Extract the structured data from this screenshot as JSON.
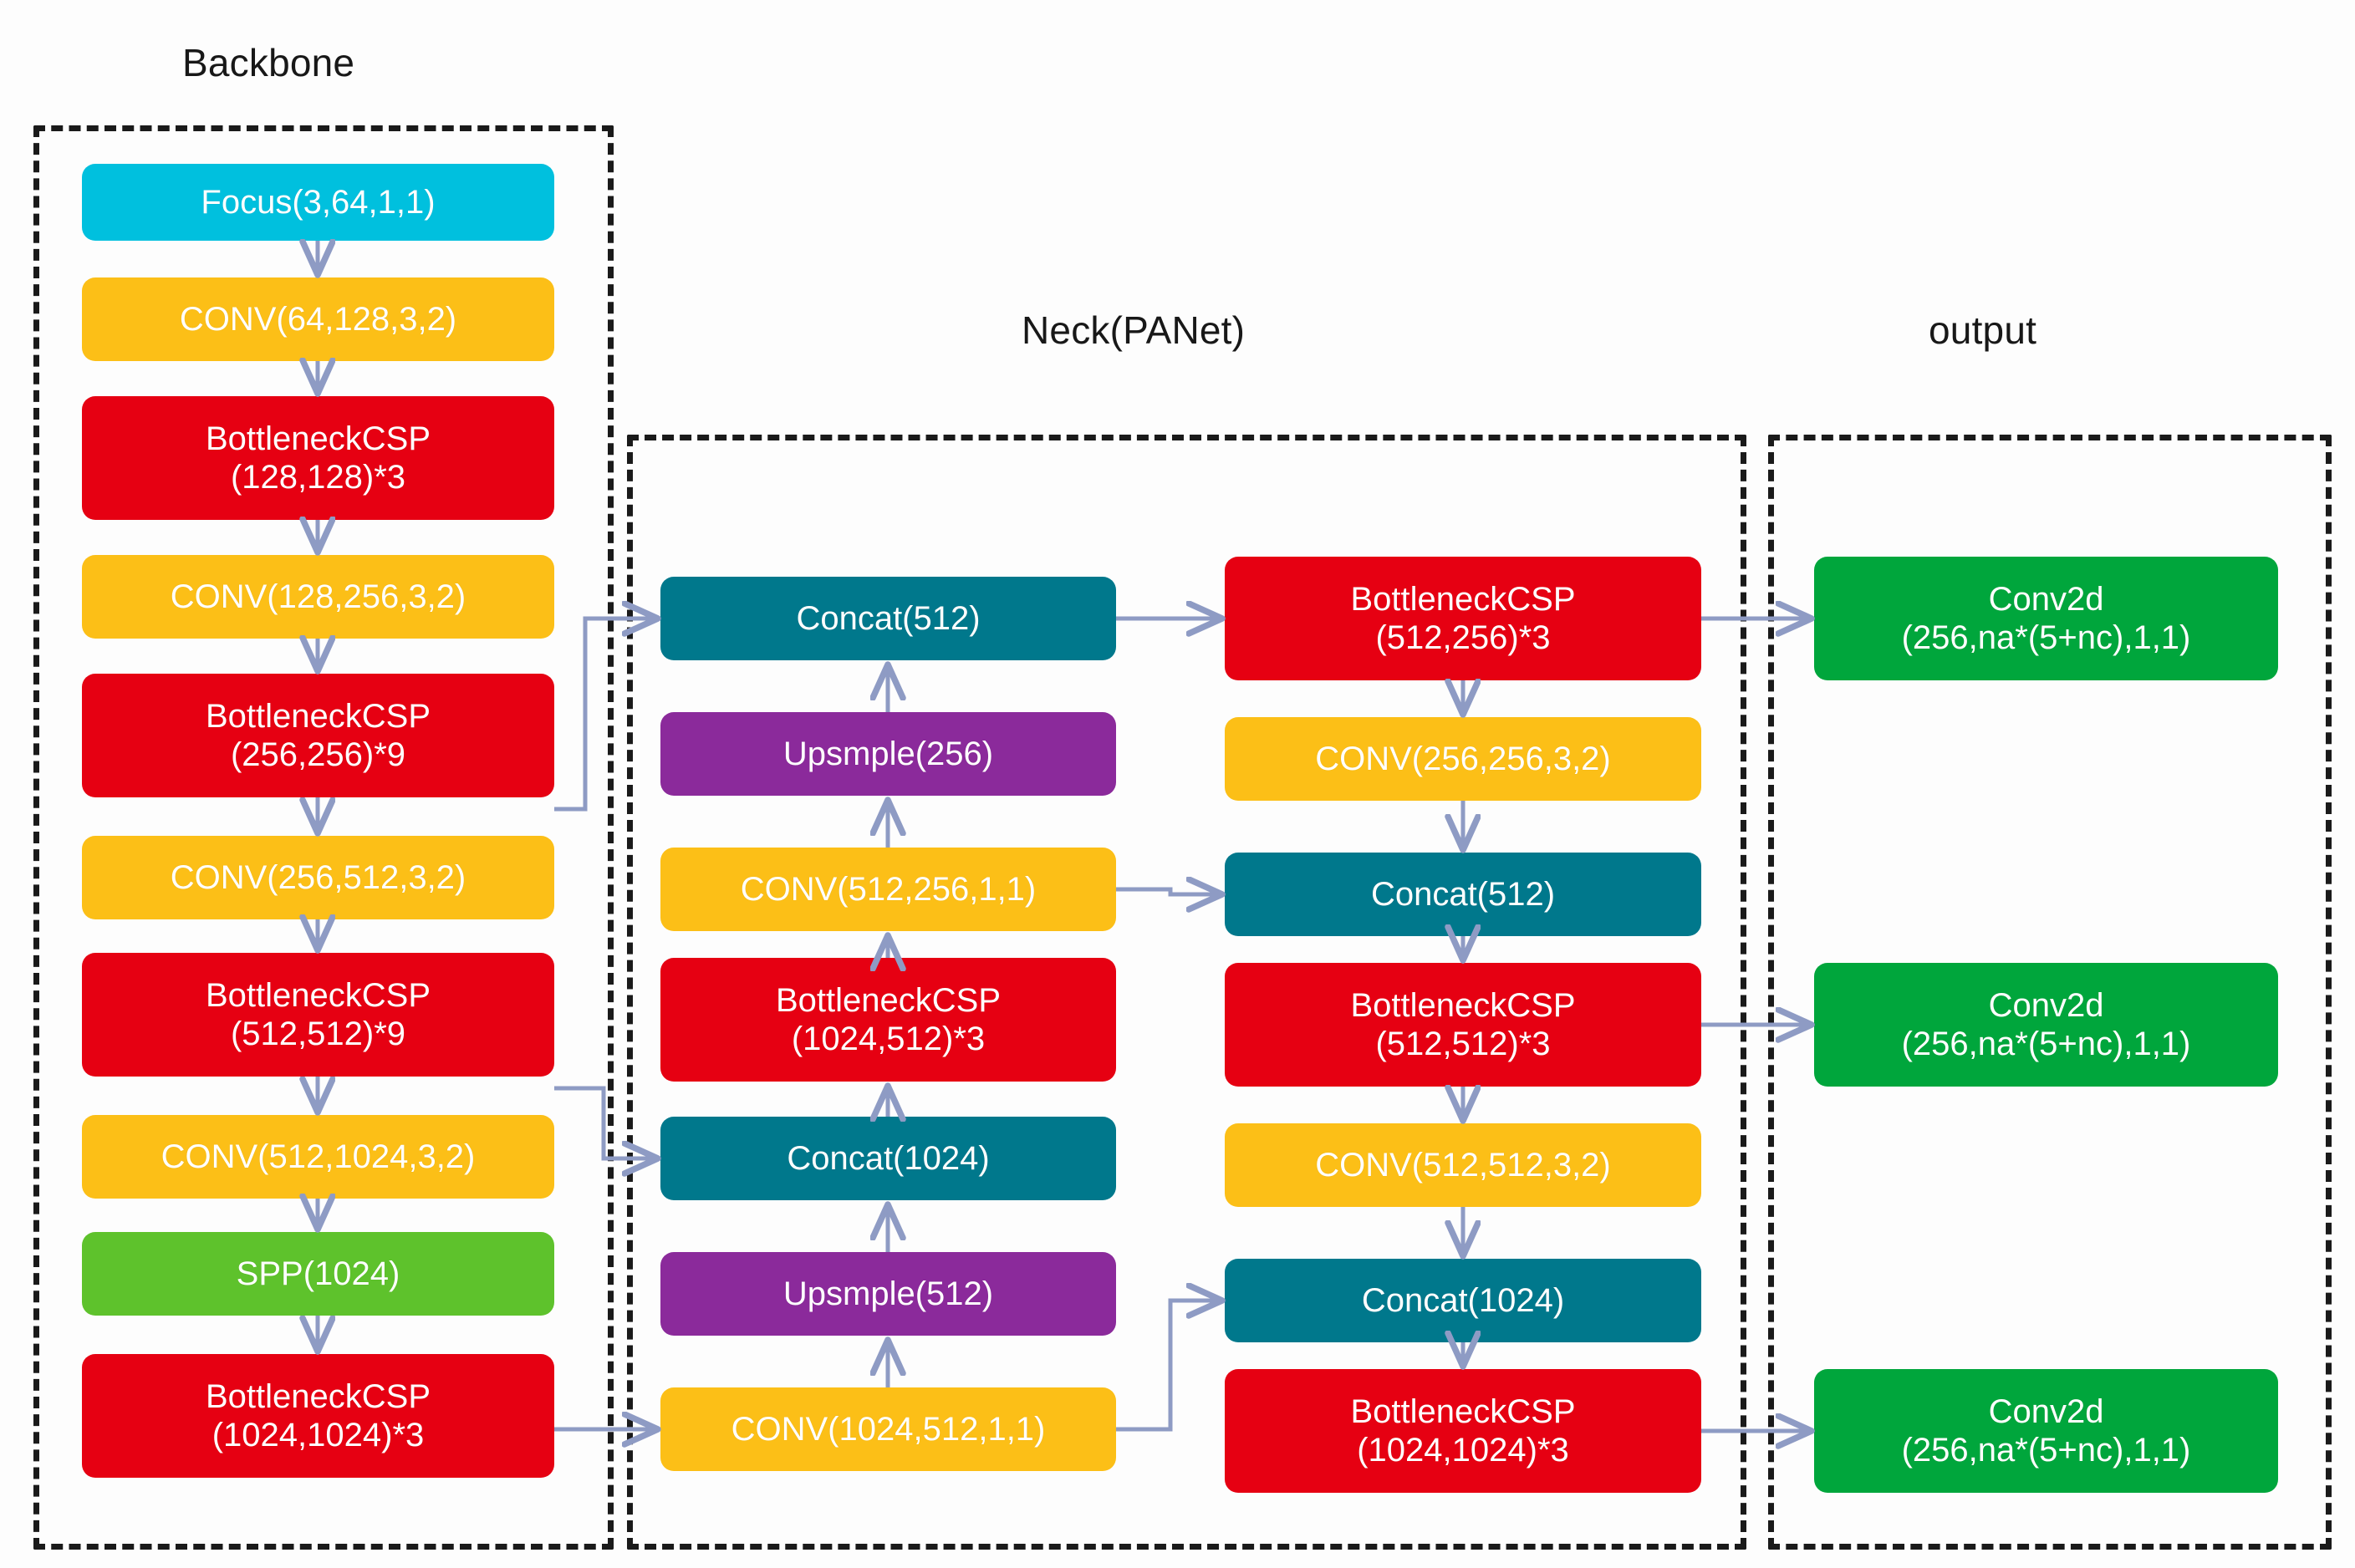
{
  "diagram": {
    "title_backbone": "Backbone",
    "title_neck": "Neck(PANet)",
    "title_output": "output",
    "colors": {
      "focus": "#00c0de",
      "conv": "#fcbf17",
      "bottleneck_csp": "#e60012",
      "spp": "#5ec22c",
      "concat": "#00788c",
      "upsample": "#8b2a9b",
      "output_conv2d": "#00a63c",
      "arrow": "#8e9bc4",
      "frame": "#1a1a1a",
      "background": "#fdfdfd"
    }
  },
  "backbone": {
    "nodes": [
      {
        "id": "bb-focus",
        "type": "Focus",
        "line1": "Focus(3,64,1,1)",
        "line2": ""
      },
      {
        "id": "bb-conv1",
        "type": "CONV",
        "line1": "CONV(64,128,3,2)",
        "line2": ""
      },
      {
        "id": "bb-csp1",
        "type": "BottleneckCSP",
        "line1": "BottleneckCSP",
        "line2": "(128,128)*3"
      },
      {
        "id": "bb-conv2",
        "type": "CONV",
        "line1": "CONV(128,256,3,2)",
        "line2": ""
      },
      {
        "id": "bb-csp2",
        "type": "BottleneckCSP",
        "line1": "BottleneckCSP",
        "line2": "(256,256)*9"
      },
      {
        "id": "bb-conv3",
        "type": "CONV",
        "line1": "CONV(256,512,3,2)",
        "line2": ""
      },
      {
        "id": "bb-csp3",
        "type": "BottleneckCSP",
        "line1": "BottleneckCSP",
        "line2": "(512,512)*9"
      },
      {
        "id": "bb-conv4",
        "type": "CONV",
        "line1": "CONV(512,1024,3,2)",
        "line2": ""
      },
      {
        "id": "bb-spp",
        "type": "SPP",
        "line1": "SPP(1024)",
        "line2": ""
      },
      {
        "id": "bb-csp4",
        "type": "BottleneckCSP",
        "line1": "BottleneckCSP",
        "line2": "(1024,1024)*3"
      }
    ]
  },
  "neck_left": {
    "nodes": [
      {
        "id": "nl-concat512",
        "type": "Concat",
        "line1": "Concat(512)",
        "line2": ""
      },
      {
        "id": "nl-ups256",
        "type": "Upsmple",
        "line1": "Upsmple(256)",
        "line2": ""
      },
      {
        "id": "nl-conv256",
        "type": "CONV",
        "line1": "CONV(512,256,1,1)",
        "line2": ""
      },
      {
        "id": "nl-csp1024512",
        "type": "BottleneckCSP",
        "line1": "BottleneckCSP",
        "line2": "(1024,512)*3"
      },
      {
        "id": "nl-concat1024",
        "type": "Concat",
        "line1": "Concat(1024)",
        "line2": ""
      },
      {
        "id": "nl-ups512",
        "type": "Upsmple",
        "line1": "Upsmple(512)",
        "line2": ""
      },
      {
        "id": "nl-conv512",
        "type": "CONV",
        "line1": "CONV(1024,512,1,1)",
        "line2": ""
      }
    ]
  },
  "neck_right": {
    "nodes": [
      {
        "id": "nr-csp512256",
        "type": "BottleneckCSP",
        "line1": "BottleneckCSP",
        "line2": "(512,256)*3"
      },
      {
        "id": "nr-conv256",
        "type": "CONV",
        "line1": "CONV(256,256,3,2)",
        "line2": ""
      },
      {
        "id": "nr-concat512",
        "type": "Concat",
        "line1": "Concat(512)",
        "line2": ""
      },
      {
        "id": "nr-csp512512",
        "type": "BottleneckCSP",
        "line1": "BottleneckCSP",
        "line2": "(512,512)*3"
      },
      {
        "id": "nr-conv512",
        "type": "CONV",
        "line1": "CONV(512,512,3,2)",
        "line2": ""
      },
      {
        "id": "nr-concat1024",
        "type": "Concat",
        "line1": "Concat(1024)",
        "line2": ""
      },
      {
        "id": "nr-csp10241024",
        "type": "BottleneckCSP",
        "line1": "BottleneckCSP",
        "line2": "(1024,1024)*3"
      }
    ]
  },
  "output": {
    "nodes": [
      {
        "id": "out-1",
        "type": "Conv2d",
        "line1": "Conv2d",
        "line2": "(256,na*(5+nc),1,1)"
      },
      {
        "id": "out-2",
        "type": "Conv2d",
        "line1": "Conv2d",
        "line2": "(256,na*(5+nc),1,1)"
      },
      {
        "id": "out-3",
        "type": "Conv2d",
        "line1": "Conv2d",
        "line2": "(256,na*(5+nc),1,1)"
      }
    ]
  }
}
